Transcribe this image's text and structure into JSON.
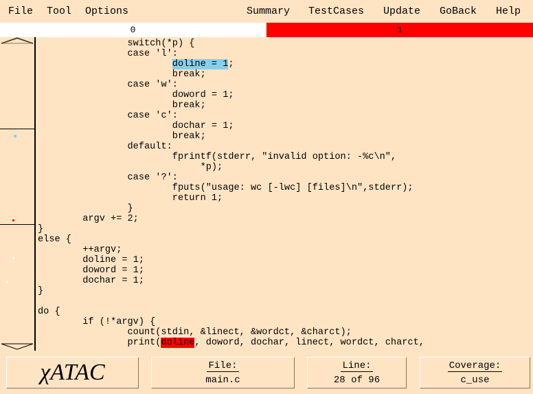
{
  "menu": {
    "file": "File",
    "tool": "Tool",
    "options": "Options",
    "summary": "Summary",
    "testcases": "TestCases",
    "update": "Update",
    "goback": "GoBack",
    "help": "Help"
  },
  "coverage_bar": {
    "covered_count": "0",
    "uncovered_count": "1",
    "covered_color": "#ffffff",
    "uncovered_color": "#ff0000"
  },
  "code_lines": [
    {
      "segments": [
        {
          "text": "                switch(*p) {"
        }
      ]
    },
    {
      "segments": [
        {
          "text": "                case 'l':"
        }
      ]
    },
    {
      "segments": [
        {
          "text": "                        "
        },
        {
          "text": "doline = 1",
          "hl": "blue"
        },
        {
          "text": ";"
        }
      ]
    },
    {
      "segments": [
        {
          "text": "                        break;"
        }
      ]
    },
    {
      "segments": [
        {
          "text": "                case 'w':"
        }
      ]
    },
    {
      "segments": [
        {
          "text": "                        doword = 1;"
        }
      ]
    },
    {
      "segments": [
        {
          "text": "                        break;"
        }
      ]
    },
    {
      "segments": [
        {
          "text": "                case 'c':"
        }
      ]
    },
    {
      "segments": [
        {
          "text": "                        dochar = 1;"
        }
      ]
    },
    {
      "segments": [
        {
          "text": "                        break;"
        }
      ]
    },
    {
      "segments": [
        {
          "text": "                default:"
        }
      ]
    },
    {
      "segments": [
        {
          "text": "                        fprintf(stderr, \"invalid option: -%c\\n\","
        }
      ]
    },
    {
      "segments": [
        {
          "text": "                             *p);"
        }
      ]
    },
    {
      "segments": [
        {
          "text": "                case '?':"
        }
      ]
    },
    {
      "segments": [
        {
          "text": "                        fputs(\"usage: wc [-lwc] [files]\\n\",stderr);"
        }
      ]
    },
    {
      "segments": [
        {
          "text": "                        return 1;"
        }
      ]
    },
    {
      "segments": [
        {
          "text": "                }"
        }
      ]
    },
    {
      "segments": [
        {
          "text": "        argv += 2;"
        }
      ]
    },
    {
      "segments": [
        {
          "text": "}"
        }
      ]
    },
    {
      "segments": [
        {
          "text": "else {"
        }
      ]
    },
    {
      "segments": [
        {
          "text": "        ++argv;"
        }
      ]
    },
    {
      "segments": [
        {
          "text": "        doline = 1;"
        }
      ]
    },
    {
      "segments": [
        {
          "text": "        doword = 1;"
        }
      ]
    },
    {
      "segments": [
        {
          "text": "        dochar = 1;"
        }
      ]
    },
    {
      "segments": [
        {
          "text": "}"
        }
      ]
    },
    {
      "segments": [
        {
          "text": ""
        }
      ]
    },
    {
      "segments": [
        {
          "text": "do {"
        }
      ]
    },
    {
      "segments": [
        {
          "text": "        if (!*argv) {"
        }
      ]
    },
    {
      "segments": [
        {
          "text": "                count(stdin, &linect, &wordct, &charct);"
        }
      ]
    },
    {
      "segments": [
        {
          "text": "                print("
        },
        {
          "text": "doline",
          "hl": "red"
        },
        {
          "text": ", doword, dochar, linect, wordct, charct,"
        }
      ]
    }
  ],
  "status": {
    "logo": "χATAC",
    "file_label": "File:",
    "file_value": "main.c",
    "line_label": "Line:",
    "line_value": "28 of 96",
    "coverage_label": "Coverage:",
    "coverage_value": "c_use"
  },
  "colors": {
    "background": "#ffe4c4",
    "highlight_covered": "#87ceeb",
    "highlight_uncovered": "#ff0000"
  },
  "icons": {
    "scroll_up": "triangle-up-icon",
    "scroll_down": "triangle-down-icon"
  }
}
